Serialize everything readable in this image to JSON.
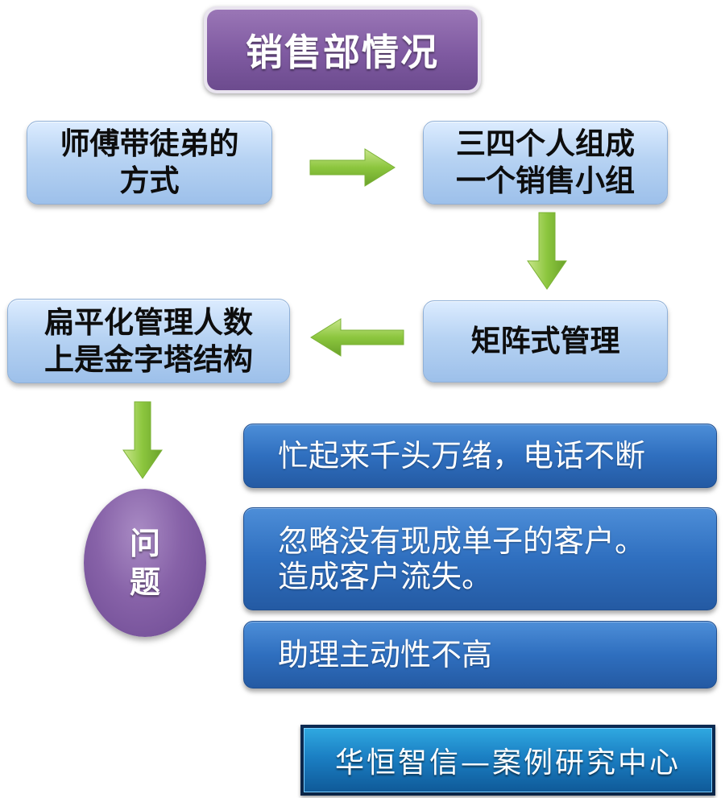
{
  "title": "销售部情况",
  "process": {
    "box1": [
      "师傅带徒弟的",
      "方式"
    ],
    "box2": [
      "三四个人组成",
      "一个销售小组"
    ],
    "box3": [
      "矩阵式管理"
    ],
    "box4": [
      "扁平化管理人数",
      "上是金字塔结构"
    ]
  },
  "problem_label": [
    "问",
    "题"
  ],
  "issues": [
    [
      "忙起来千头万绪，电话不断"
    ],
    [
      "忽略没有现成单子的客户。",
      "造成客户流失。"
    ],
    [
      "助理主动性不高"
    ]
  ],
  "footer": "华恒智信—案例研究中心",
  "colors": {
    "title_purple": "#7f5aa1",
    "process_blue": "#b7d3f3",
    "issue_blue": "#2f6fbf",
    "arrow_green": "#8cc63e",
    "footer_blue": "#1b7fc3"
  }
}
